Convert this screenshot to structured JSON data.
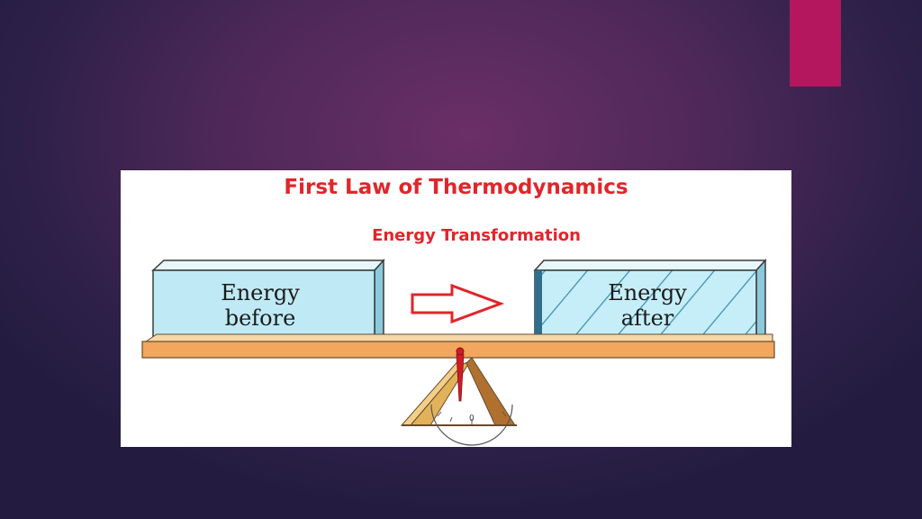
{
  "colors": {
    "accent_tab": "#b5175f",
    "title_red": "#e0262b",
    "box_fill": "#bfeaf5",
    "beam": "#f2a65e",
    "fulcrum": "#e2b25a",
    "pointer": "#d01b25"
  },
  "figure": {
    "title": "First Law of Thermodynamics",
    "subtitle": "Energy Transformation",
    "box_before": {
      "line1": "Energy",
      "line2": "before"
    },
    "box_after": {
      "line1": "Energy",
      "line2": "after"
    },
    "scale_zero": "0"
  },
  "icons": {
    "arrow": "right-arrow-icon"
  }
}
